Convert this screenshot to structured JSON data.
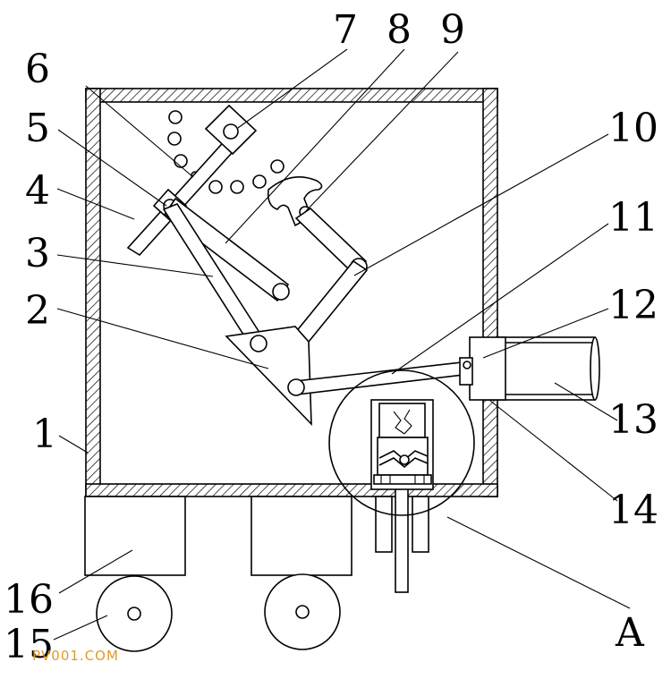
{
  "labels": {
    "l1": "1",
    "l2": "2",
    "l3": "3",
    "l4": "4",
    "l5": "5",
    "l6": "6",
    "l7": "7",
    "l8": "8",
    "l9": "9",
    "l10": "10",
    "l11": "11",
    "l12": "12",
    "l13": "13",
    "l14": "14",
    "l15": "15",
    "l16": "16",
    "lA": "A"
  },
  "watermark": "PV001.COM"
}
